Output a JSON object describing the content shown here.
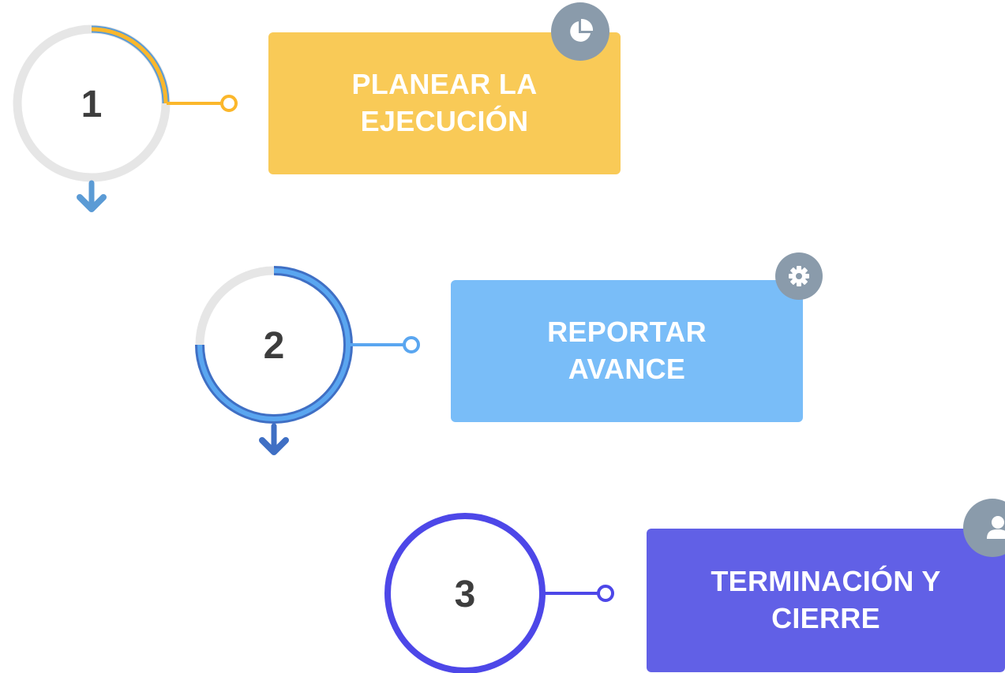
{
  "steps": [
    {
      "number": "1",
      "title_line1": "PLANEAR LA",
      "title_line2": "EJECUCIÓN",
      "icon": "pie-chart-icon",
      "color": "#f9ca57",
      "ring_color": "#fbb72b",
      "ring_outline": "#5b9bd5",
      "progress": 0.25
    },
    {
      "number": "2",
      "title_line1": "REPORTAR",
      "title_line2": "AVANCE",
      "icon": "gear-icon",
      "color": "#79bdf8",
      "ring_color": "#5aa6f0",
      "ring_outline": "#3f6fc4",
      "progress": 0.75
    },
    {
      "number": "3",
      "title_line1": "TERMINACIÓN Y",
      "title_line2": "CIERRE",
      "icon": "user-icon",
      "color": "#6160e6",
      "ring_color": "#4d47e8",
      "ring_outline": "#4d47e8",
      "progress": 1.0
    }
  ],
  "colors": {
    "track": "#e6e6e6",
    "badge": "#8a9bab",
    "text_dark": "#3d3d3d",
    "arrow1": "#5b9bd5",
    "arrow2": "#3f6fc4"
  }
}
